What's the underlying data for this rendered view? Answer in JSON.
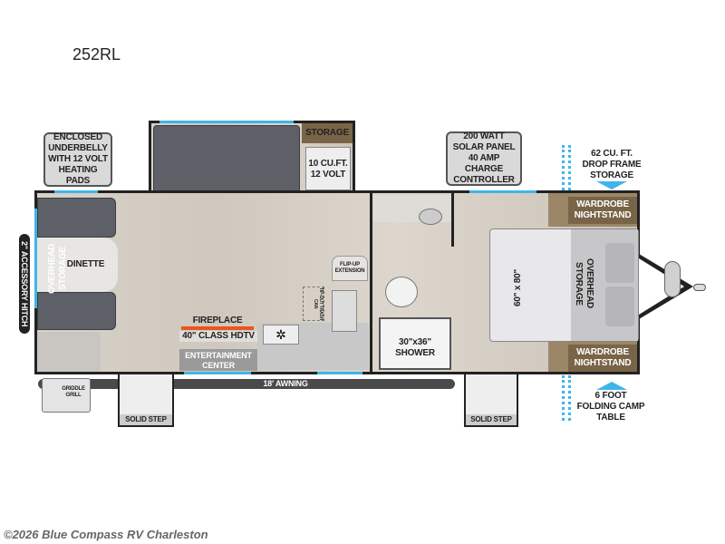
{
  "model": "252RL",
  "callouts": {
    "underbelly": "ENCLOSED UNDERBELLY WITH 12 VOLT HEATING PADS",
    "solar": "200 WATT SOLAR PANEL 40 AMP CHARGE CONTROLLER",
    "drop_frame": "62 CU. FT. DROP FRAME STORAGE",
    "camp_table": "6 FOOT FOLDING CAMP TABLE"
  },
  "labels": {
    "storage": "STORAGE",
    "fridge": "10 CU.FT. 12 VOLT",
    "dinette": "DINETTE",
    "overhead_storage_left": "OVERHEAD STORAGE",
    "hitch": "2\" ACCESSORY HITCH",
    "flip_up": "FLIP-UP EXTENSION",
    "trash": "TIP-OUT TRASH CAN",
    "fireplace": "FIREPLACE",
    "hdtv": "40\" CLASS HDTV",
    "entertainment": "ENTERTAINMENT CENTER",
    "awning": "18' AWNING",
    "griddle": "GRIDDLE GRILL",
    "solid_step": "SOLID STEP",
    "shower": "30\"x36\" SHOWER",
    "bed": "60\" x 80\"",
    "overhead_storage_bed": "OVERHEAD STORAGE",
    "wardrobe_top": "WARDROBE NIGHTSTAND",
    "wardrobe_bottom": "WARDROBE NIGHTSTAND"
  },
  "watermark": "©2026 Blue Compass RV Charleston",
  "colors": {
    "window": "#3fb4ea",
    "wood": "#7a6448",
    "seat": "#5d6066",
    "floor": "#d4cdc4"
  }
}
